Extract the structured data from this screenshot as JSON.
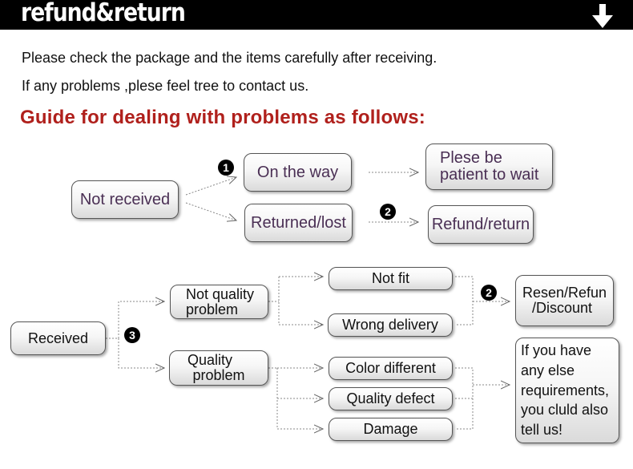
{
  "header": {
    "title": "refund&return",
    "icon": "down-arrow-icon"
  },
  "intro": {
    "line1": "Please check the package and the items carefully after receiving.",
    "line2": "If any problems ,plese feel tree to contact us."
  },
  "guide_title": "Guide for dealing with problems as follows:",
  "colors": {
    "header_bg": "#000000",
    "guide_red": "#b0201c",
    "node_text_purple": "#4a2f54",
    "node_text_black": "#111111"
  },
  "flow": {
    "not_received": "Not received",
    "on_the_way": "On the way",
    "be_patient_line1": "Plese be",
    "be_patient_line2": "patient to wait",
    "returned_lost": "Returned/lost",
    "refund_return": "Refund/return",
    "received": "Received",
    "not_quality_line1": "Not quality",
    "not_quality_line2": "problem",
    "quality_line1": "Quality",
    "quality_line2": "problem",
    "not_fit": "Not fit",
    "wrong_delivery": "Wrong delivery",
    "color_different": "Color different",
    "quality_defect": "Quality defect",
    "damage": "Damage",
    "resend_line1": "Resen/Refun",
    "resend_line2": "/Discount",
    "else_line1": "If you have",
    "else_line2": "any else",
    "else_line3": "requirements,",
    "else_line4": "you cluld also",
    "else_line5": "tell us!"
  },
  "badges": {
    "one": "1",
    "two": "2",
    "three": "3"
  }
}
